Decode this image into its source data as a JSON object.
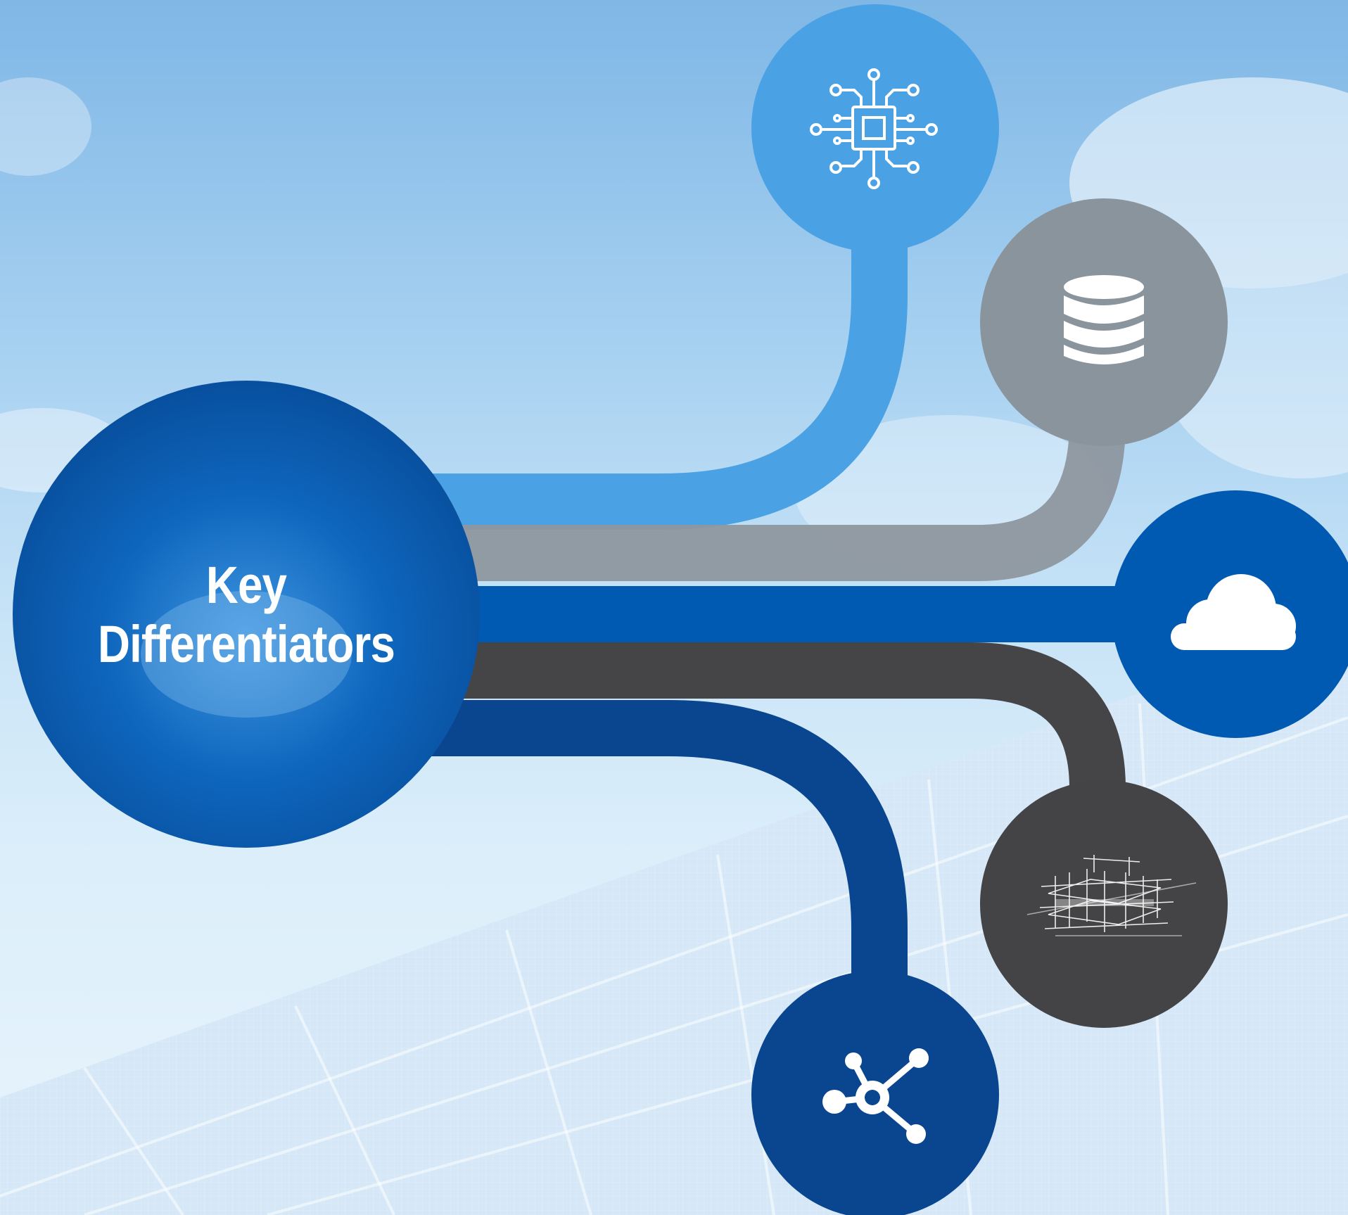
{
  "hub": {
    "title_line1": "Key",
    "title_line2": "Differentiators"
  },
  "nodes": [
    {
      "id": "chip",
      "icon": "processor-chip-icon",
      "color": "#4aa2e4"
    },
    {
      "id": "database",
      "icon": "database-icon",
      "color": "#8a949c"
    },
    {
      "id": "cloud",
      "icon": "cloud-icon",
      "color": "#005ab1"
    },
    {
      "id": "structure",
      "icon": "wireframe-structure-icon",
      "color": "#444446"
    },
    {
      "id": "network",
      "icon": "network-hub-icon",
      "color": "#0a4590"
    }
  ],
  "colors": {
    "hub": "#0e63b8",
    "sky_top": "#7fb7e6",
    "panel": "#d4e6f6"
  }
}
